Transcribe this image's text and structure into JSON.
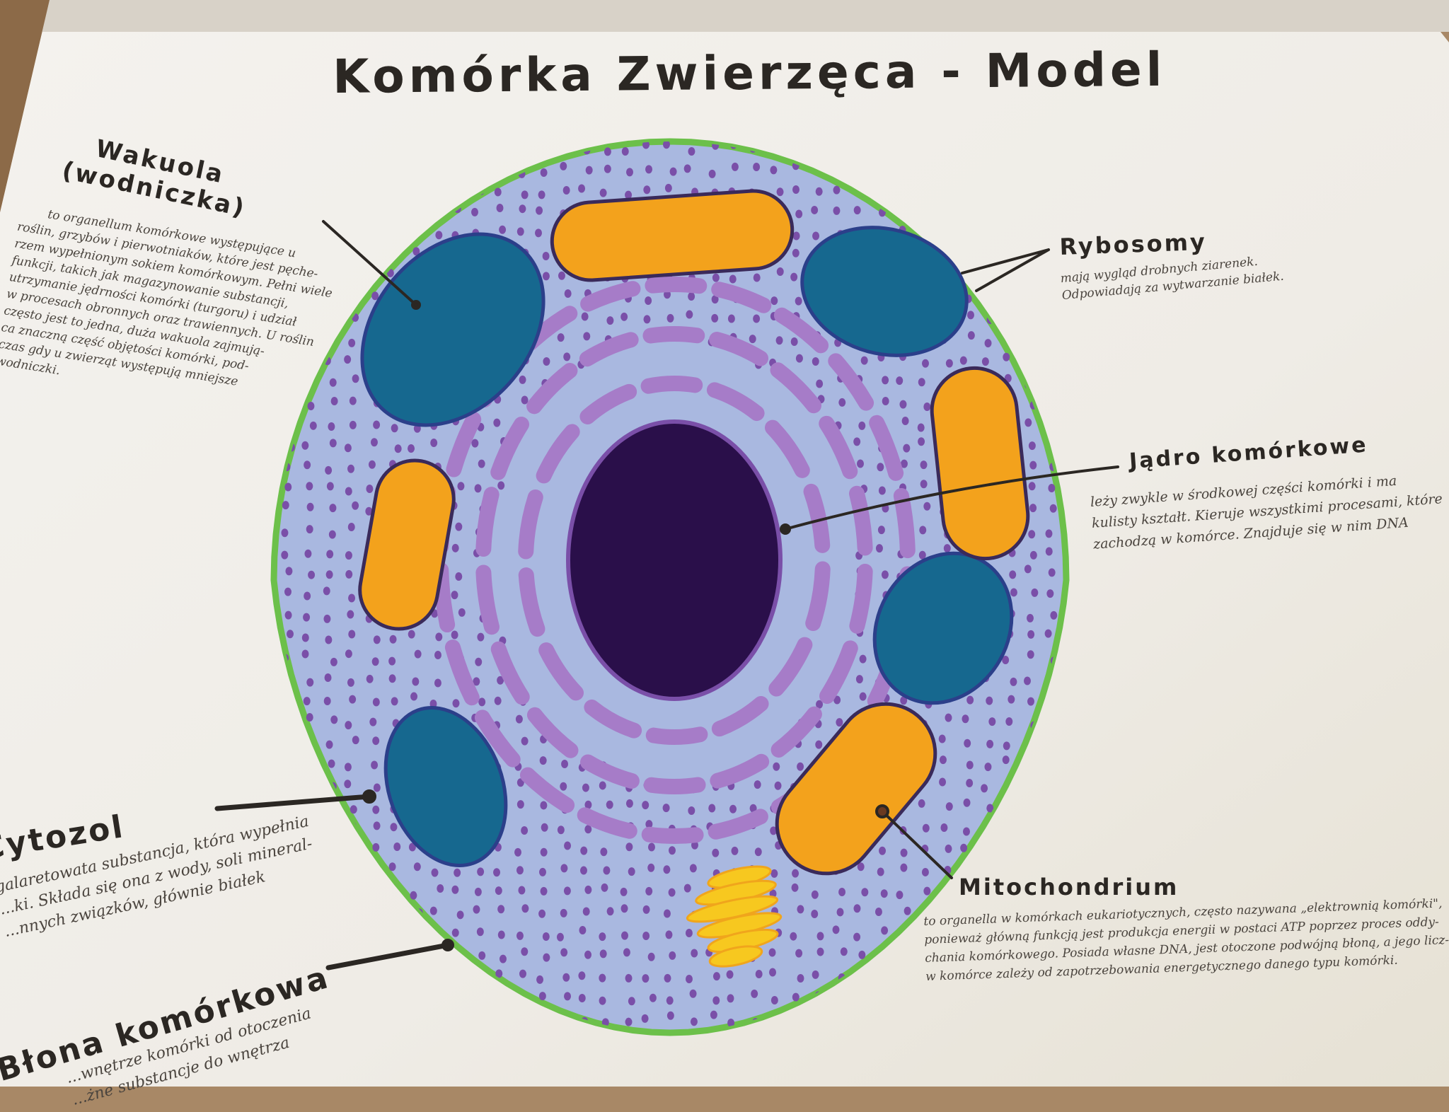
{
  "title": "Komórka Zwierzęca - Model",
  "labels": {
    "wakuola": {
      "heading": [
        "Wakuola",
        "(wodniczka)"
      ],
      "text": [
        "to organellum komórkowe występujące u",
        "roślin, grzybów i pierwotniaków, które jest pęche-",
        "rzem wypełnionym sokiem komórkowym. Pełni wiele",
        "funkcji, takich jak magazynowanie substancji,",
        "utrzymanie jędrności komórki (turgoru) i udział",
        "w procesach obronnych oraz trawiennych. U roślin",
        "często jest to jedna, duża wakuola zajmują-",
        "ca znaczną część objętości komórki, pod-",
        "czas gdy u zwierząt występują mniejsze",
        "wodniczki."
      ]
    },
    "rybosomy": {
      "heading": "Rybosomy",
      "text": [
        "mają wygląd drobnych ziarenek.",
        "Odpowiadają za wytwarzanie białek."
      ]
    },
    "jadro": {
      "heading": "Jądro komórkowe",
      "text": [
        "leży zwykle w środkowej części komórki i ma",
        "kulisty kształt. Kieruje wszystkimi procesami, które",
        "zachodzą w komórce. Znajduje się w nim DNA"
      ]
    },
    "mitochondrium": {
      "heading": "Mitochondrium",
      "text": [
        "to organella w komórkach eukariotycznych, często nazywana „elektrownią komórki\",",
        "ponieważ główną funkcją jest produkcja energii w postaci ATP poprzez proces oddy-",
        "chania komórkowego. Posiada własne DNA, jest otoczone podwójną błoną, a jego licz-",
        "w komórce zależy od zapotrzebowania energetycznego danego typu komórki."
      ]
    },
    "cytozol": {
      "heading": "Cytozol",
      "text": [
        "galaretowata substancja, która wypełnia",
        "...ki. Składa się ona z wody, soli mineral-",
        "...nnych związków, głównie białek"
      ]
    },
    "blona": {
      "heading": "Błona komórkowa",
      "text": [
        "...wnętrze komórki od otoczenia",
        "...żne substancje do wnętrza"
      ]
    }
  },
  "colors": {
    "membrane": "#6cc04a",
    "cytoplasm": "#a9b8e0",
    "ribosome": "#7a4fa8",
    "nucleus": "#2a0f4a",
    "er": "#a67cc8",
    "vacuole": "#16688f",
    "mitochondrion": "#f3a21c",
    "golgi": "#f7c81f"
  }
}
